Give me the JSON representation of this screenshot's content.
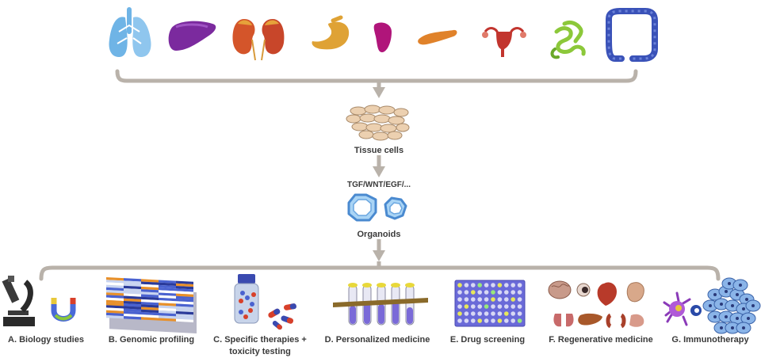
{
  "flow": {
    "tissue_label": "Tissue cells",
    "factors_label": "TGF/WNT/EGF/...",
    "organoids_label": "Organoids"
  },
  "organs": [
    "lung-icon",
    "liver-icon",
    "kidney-icon",
    "stomach-icon",
    "spleen-icon",
    "pancreas-icon",
    "uterus-icon",
    "small-intestine-icon",
    "colon-icon"
  ],
  "applications": [
    {
      "label": "A. Biology studies",
      "icon": "microscope-icon"
    },
    {
      "label": "B. Genomic profiling",
      "icon": "heatmap-icon"
    },
    {
      "label": "C. Specific therapies +",
      "label2": "toxicity testing",
      "icon": "pill-bottle-icon"
    },
    {
      "label": "D. Personalized medicine",
      "icon": "test-tubes-icon"
    },
    {
      "label": "E. Drug screening",
      "icon": "well-plate-icon"
    },
    {
      "label": "F. Regenerative medicine",
      "icon": "organs-grid-icon"
    },
    {
      "label": "G. Immunotherapy",
      "icon": "immune-cell-icon"
    }
  ],
  "colors": {
    "connector": "#b9b2aa",
    "lung": "#6fb4e6",
    "liver": "#7b2a9e",
    "kidney": "#d4552a",
    "stomach": "#dfa235",
    "spleen": "#b0157a",
    "pancreas": "#e0822a",
    "uterus": "#c2352e",
    "intestine": "#8cc83a",
    "colon": "#3a52b8"
  }
}
